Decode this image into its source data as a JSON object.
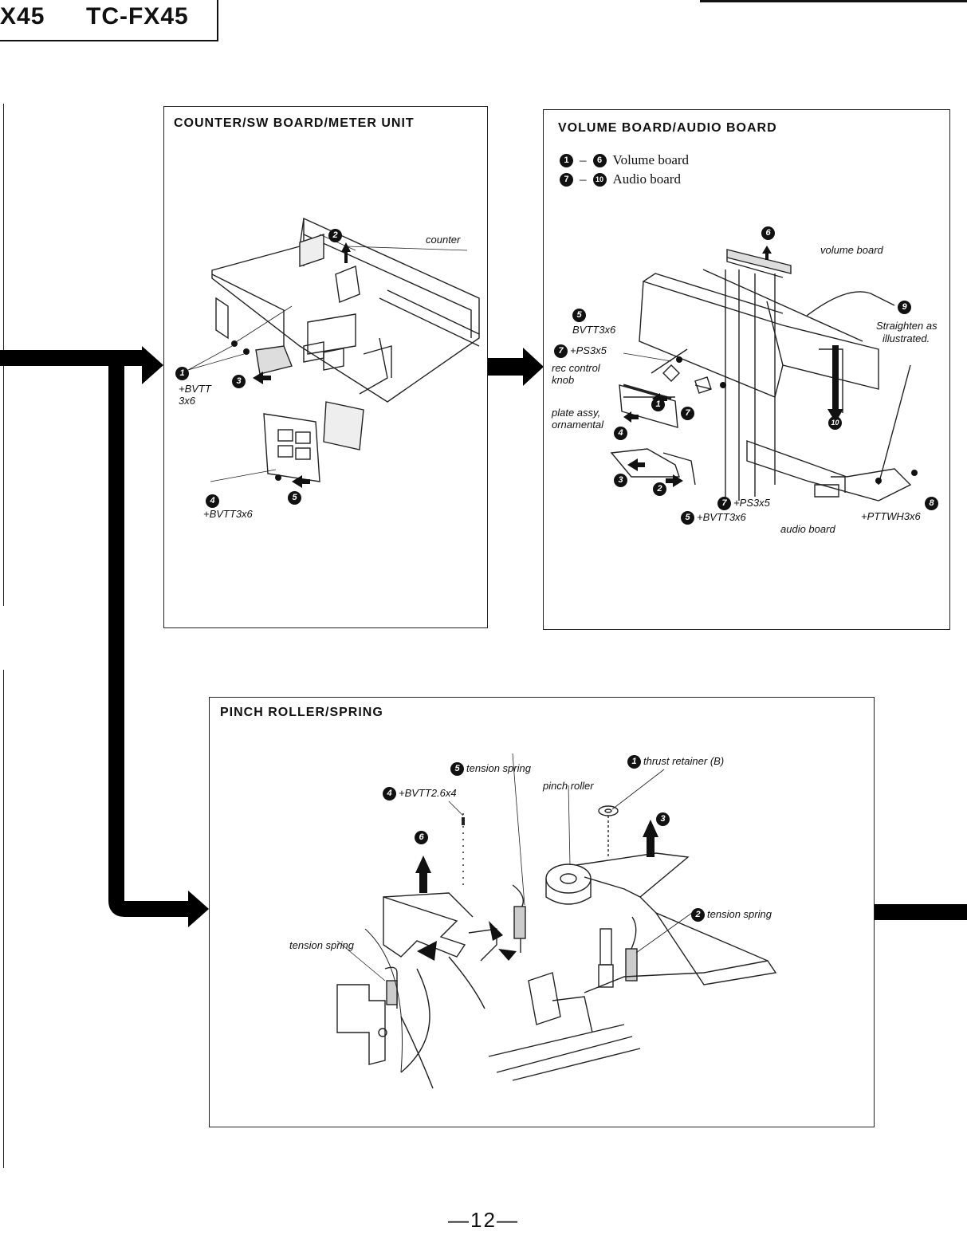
{
  "header": {
    "model_left": "X45",
    "model_right": "TC-FX45"
  },
  "panels": {
    "counter": {
      "title": "COUNTER/SW BOARD/METER UNIT",
      "labels": {
        "counter": "counter",
        "screw1_a": "+BVTT",
        "screw1_b": "3x6",
        "screw4": "+BVTT3x6"
      }
    },
    "volume": {
      "title": "VOLUME BOARD/AUDIO BOARD",
      "legend": [
        {
          "from": "1",
          "to": "6",
          "dash": "–",
          "text": "Volume board"
        },
        {
          "from": "7",
          "to": "10",
          "dash": "–",
          "text": "Audio board"
        }
      ],
      "labels": {
        "volume_board": "volume board",
        "straighten_a": "Straighten as",
        "straighten_b": "illustrated.",
        "bvtt": "BVTT3x6",
        "ps_top": "+PS3x5",
        "rec_a": "rec control",
        "rec_b": "knob",
        "plate_a": "plate assy,",
        "plate_b": "ornamental",
        "ps_bottom": "+PS3x5",
        "bvtt_bottom": "+BVTT3x6",
        "audio_board": "audio board",
        "pttwh": "+PTTWH3x6"
      }
    },
    "pinch": {
      "title": "PINCH ROLLER/SPRING",
      "labels": {
        "tension5": "tension spring",
        "thrust": "thrust retainer (B)",
        "bvtt26": "+BVTT2.6x4",
        "pinch_roller": "pinch roller",
        "tension2": "tension spring",
        "tension_left": "tension spring"
      }
    }
  },
  "page_number": "—12—"
}
